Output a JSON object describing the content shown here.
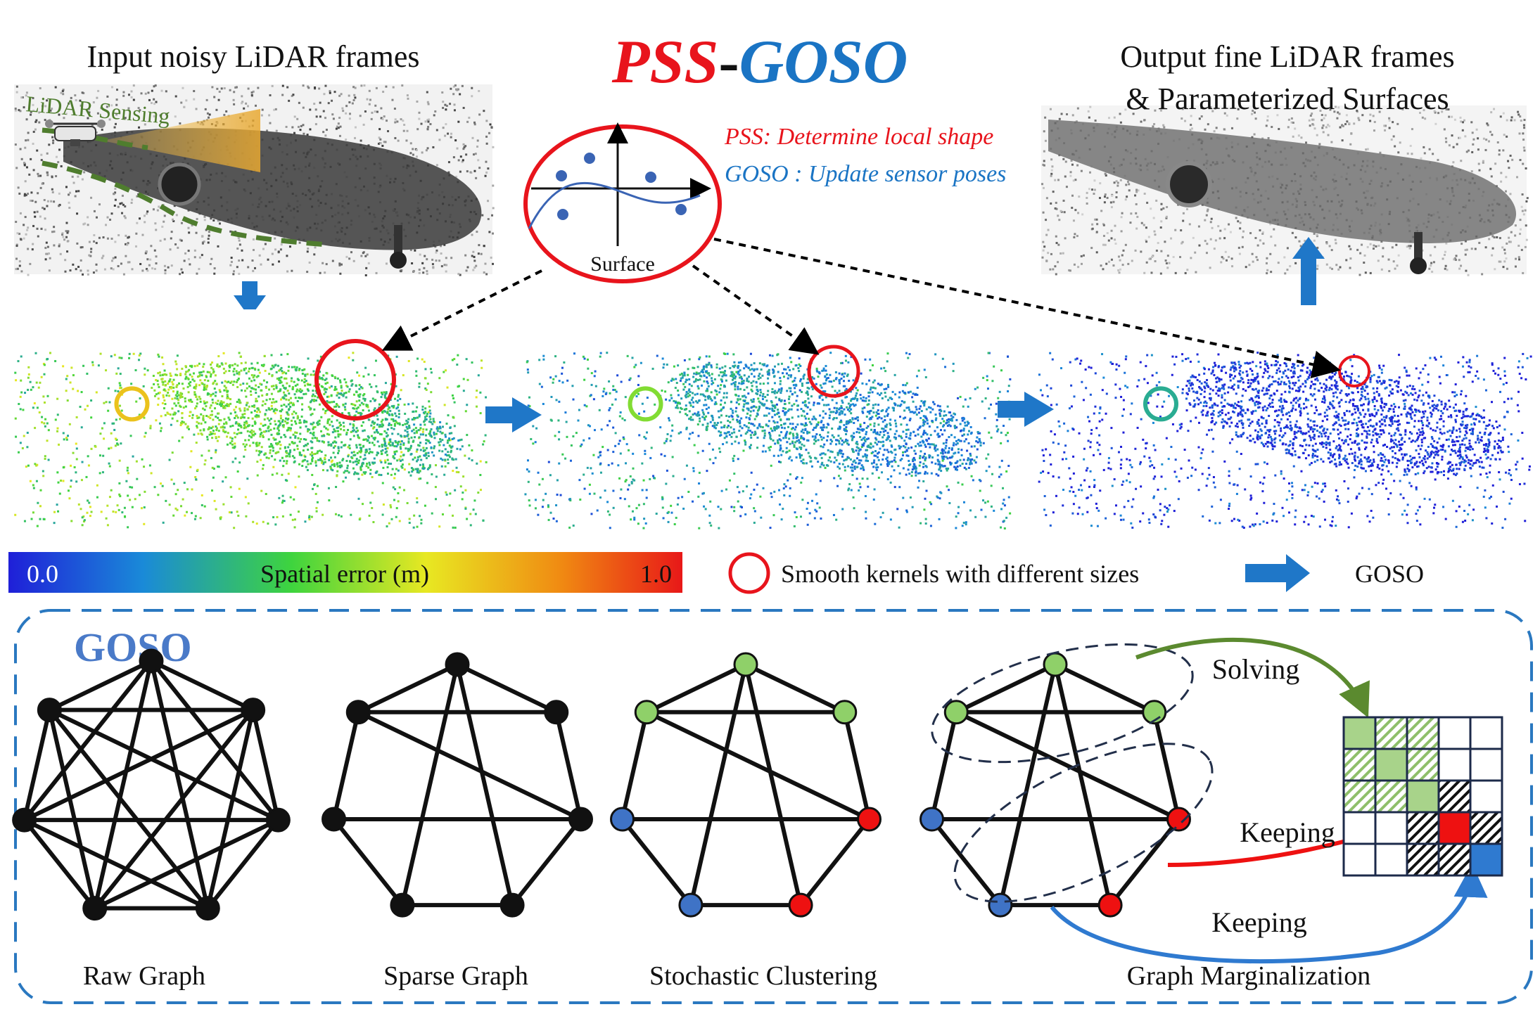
{
  "header": {
    "input_label": "Input noisy LiDAR frames",
    "lidar_sensing": "LiDAR Sensing",
    "title_pss": "PSS",
    "title_dash": "-",
    "title_goso": "GOSO",
    "output_label_line1": "Output fine LiDAR frames",
    "output_label_line2": "& Parameterized Surfaces"
  },
  "surface_panel": {
    "surface_label": "Surface",
    "pss_note": "PSS: Determine local shape",
    "goso_note": "GOSO : Update sensor poses"
  },
  "legend": {
    "colorbar_min": "0.0",
    "colorbar_label": "Spatial error (m)",
    "colorbar_max": "1.0",
    "kernel_label": "Smooth kernels with different sizes",
    "arrow_label": "GOSO"
  },
  "goso_box": {
    "title": "GOSO",
    "graphs": [
      {
        "caption": "Raw Graph"
      },
      {
        "caption": "Sparse Graph"
      },
      {
        "caption": "Stochastic Clustering"
      },
      {
        "caption": "Graph Marginalization"
      }
    ],
    "solving_label": "Solving",
    "keeping_label_1": "Keeping",
    "keeping_label_2": "Keeping"
  },
  "colors": {
    "pss_red": "#e8141c",
    "goso_blue": "#1a74c4",
    "arrow_blue": "#1f77c8",
    "node_green": "#8fd069",
    "node_red": "#ee1111",
    "node_blue": "#3f73c6",
    "solve_green": "#5b8a2f",
    "dash_border": "#2a78c0"
  }
}
